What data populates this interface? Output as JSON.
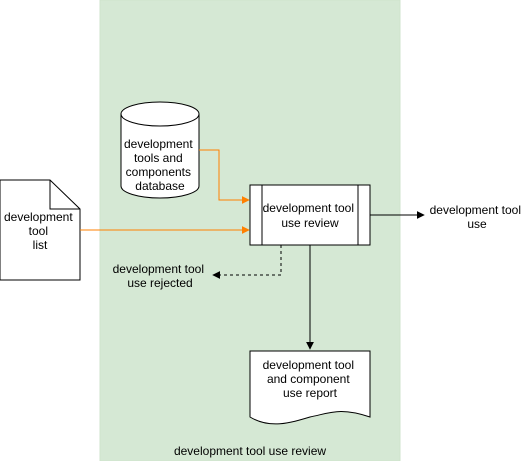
{
  "colors": {
    "swimlane_fill": "#d5e8d4",
    "swimlane_stroke": "#cfe3cc",
    "shape_stroke": "#000000",
    "shape_fill": "#ffffff",
    "input_arrow": "#ff8000",
    "output_arrow": "#000000"
  },
  "swimlane": {
    "label": "development tool use review"
  },
  "database": {
    "label_lines": [
      "development",
      "tools and",
      "components",
      "database"
    ]
  },
  "input_document": {
    "label_lines": [
      "development",
      "tool",
      "list"
    ]
  },
  "process": {
    "label_lines": [
      "development tool",
      "use review"
    ]
  },
  "output_use": {
    "label_lines": [
      "development tool",
      "use"
    ]
  },
  "output_rejected": {
    "label_lines": [
      "development tool",
      "use rejected"
    ]
  },
  "report_document": {
    "label_lines": [
      "development tool",
      "and component",
      "use report"
    ]
  }
}
